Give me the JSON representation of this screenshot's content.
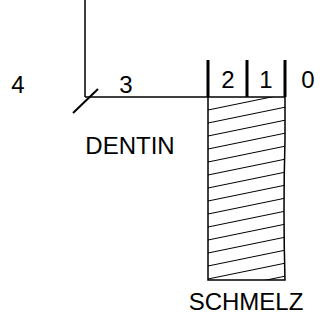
{
  "diagram": {
    "labels": [
      "4",
      "3",
      "2",
      "1",
      "0",
      "DENTIN",
      "SCHMELZ"
    ]
  }
}
